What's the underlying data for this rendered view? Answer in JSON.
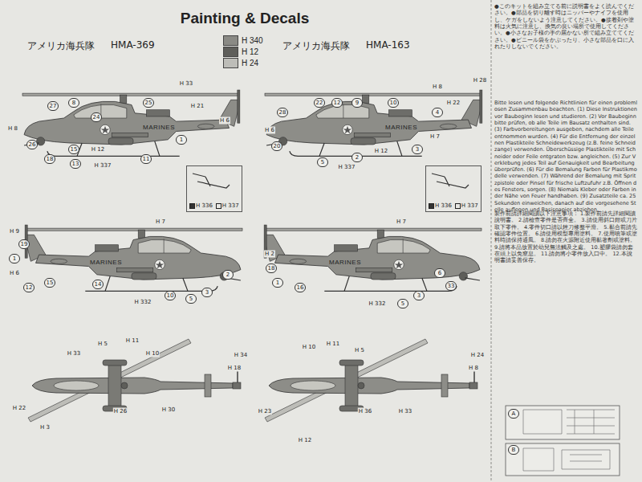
{
  "diagram": {
    "title": "Painting & Decals",
    "nodes": [
      {
        "text": [
          "H 336",
          "H 337"
        ]
      },
      {
        "text": [
          "H 336",
          "H 337"
        ]
      }
    ],
    "labels": [
      "アメリカ海兵隊",
      "HMA-369",
      "アメリカ海兵隊",
      "HMA-163",
      "MARINES",
      "MARINES",
      "MARINES",
      "MARINES",
      "●このキットを組み立てる前に説明書をよく読んでください。●部品を切り離す時はニッパーやナイフを使用し、ケガをしないよう注意してください。●接着剤や塗料は火気に注意し、換気の良い場所で使用してください。●小さなお子様の手の届かない所で組み立ててください。●ビニール袋をかぶったり、小さな部品を口に入れたりしないでください。",
      "Bitte lesen und folgende Richtlinien für einen problemlosen Zusammenbau beachten. (1) Diese Instruktionen vor Baubeginn lesen und studieren. (2) Vor Baubeginn bitte prüfen, ob alle Teile im Bausatz enthalten sind. (3) Farbvorbereitungen ausgeben, nachdem alle Teile entnommen wurden. (4) Für die Entfernung der einzelnen Plastikteile Schneidewerkzeug (z.B. feine Schneidzange) verwenden. Überschüssige Plastikteile mit Schneider oder Feile entgraten bzw. angleichen. (5) Zur Verklebung jedes Teil auf Genauigkeit und Bearbeitung überprüfen. (6) Für die Bemalung Farben für Plastikmodelle verwenden. (7) Während der Bemalung mit Spritzpistole oder Pinsel für frische Luftzufuhr z.B. Öffnen des Fensters, sorgen. (8) Niemals Kleber oder Farben in der Nähe von Feuer handhaben. (9) Zusatzteile ca. 25 Sekunden einweichen, danach auf die vorgesehene Stelle auflegen und Basispapier abziehen.",
      "製作前請詳細閱讀以下注意事項： 1.製作前請先詳細閱讀說明書。 2.請檢查零件是否齊全。 3.請使用斜口鉗或刀片取下零件。 4.零件切口請以銼刀修整平滑。 5.黏合前請先確認零件位置。 6.請使用模型專用塗料。 7.使用噴筆或塗料時請保持通風。 8.請勿在火源附近使用黏著劑或塗料。 9.請將本品放置於幼兒無法觸及之處。 10.塑膠袋請勿套在頭上以免窒息。 11.請勿將小零件放入口中。 12.本說明書請妥善保存。",
      "A",
      "B",
      "H 33",
      "H 21",
      "H 6",
      "27",
      "8",
      "24",
      "25",
      "H 8",
      "26",
      "18",
      "15",
      "H 12",
      "13",
      "H 337",
      "11",
      "1",
      "22",
      "12",
      "9",
      "10",
      "4",
      "H 28",
      "H 8",
      "H 22",
      "H 7",
      "3",
      "H 12",
      "2",
      "5",
      "H 337",
      "20",
      "H 6",
      "28",
      "H 9",
      "19",
      "1",
      "H 6",
      "12",
      "15",
      "14",
      "H 7",
      "10",
      "H 332",
      "5",
      "3",
      "2",
      "H 2",
      "18",
      "1",
      "16",
      "H 7",
      "6",
      "33",
      "3",
      "5",
      "H 332",
      "H 33",
      "H 5",
      "H 11",
      "H 10",
      "H 34",
      "H 18",
      "H 22",
      "H 3",
      "H 30",
      "H 26",
      "H 10",
      "H 11",
      "H 5",
      "H 24",
      "H 8",
      "H 23",
      "H 12",
      "H 33",
      "H 36"
    ],
    "legend": [
      {
        "text": "H 340",
        "color": "#8a8a85"
      },
      {
        "text": "H 12",
        "color": "#5e5e5a"
      },
      {
        "text": "H 24",
        "color": "#bdbdb8"
      }
    ]
  }
}
